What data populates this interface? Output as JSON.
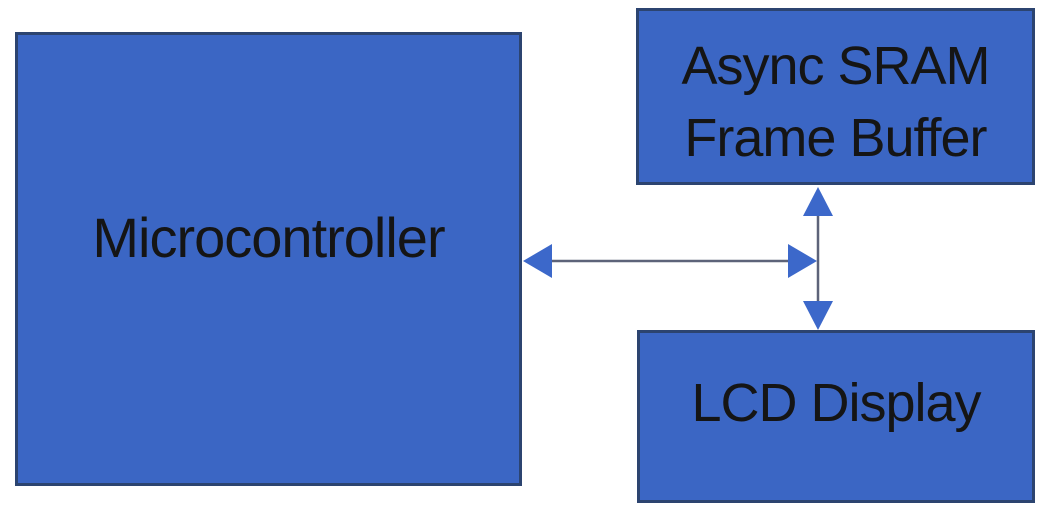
{
  "diagram": {
    "nodes": {
      "microcontroller": {
        "label": "Microcontroller"
      },
      "sram": {
        "label": "Async SRAM Frame Buffer",
        "lines": [
          "Async SRAM",
          "Frame Buffer"
        ]
      },
      "lcd": {
        "label": "LCD Display"
      }
    },
    "connectors": [
      {
        "id": "microcontroller-bus",
        "orientation": "horizontal",
        "style": "double-headed-arrow",
        "connects": [
          "Microcontroller",
          "SRAM-LCD vertical bus"
        ]
      },
      {
        "id": "sram-lcd-bus",
        "orientation": "vertical",
        "style": "double-headed-arrow",
        "connects": [
          "Async SRAM Frame Buffer",
          "LCD Display"
        ]
      }
    ],
    "colors": {
      "node_fill": "#3b66c4",
      "node_border": "#2c4470",
      "connector_line": "#5d6379",
      "arrowhead_fill": "#3c68ca",
      "label_text": "#151515",
      "background": "#ffffff"
    }
  }
}
